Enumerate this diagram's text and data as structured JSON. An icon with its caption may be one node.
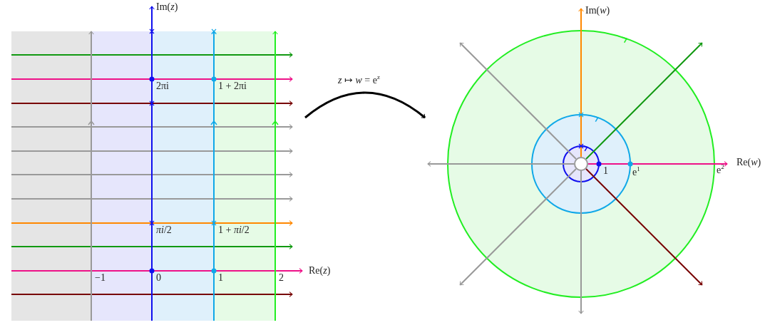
{
  "diagram": {
    "nodes": [
      {
        "text": [],
        "shape": "picture"
      },
      {
        "text": [],
        "shape": "picture"
      }
    ],
    "edges": [
      {
        "from": 0,
        "to": 1,
        "arrow": "to",
        "label": "*z* ↦ *w* = e$^{z}$"
      }
    ],
    "labels": [
      "Im(*z*)",
      "Im(*w*)",
      "2πi",
      "1 + 2πi",
      "Re(*w*)",
      "1",
      "e$^{1}$",
      "e$^{2}$",
      "*πi*/2",
      "1 + *πi*/2",
      "−1",
      "0",
      "1",
      "2",
      "Re(*z*)"
    ]
  }
}
